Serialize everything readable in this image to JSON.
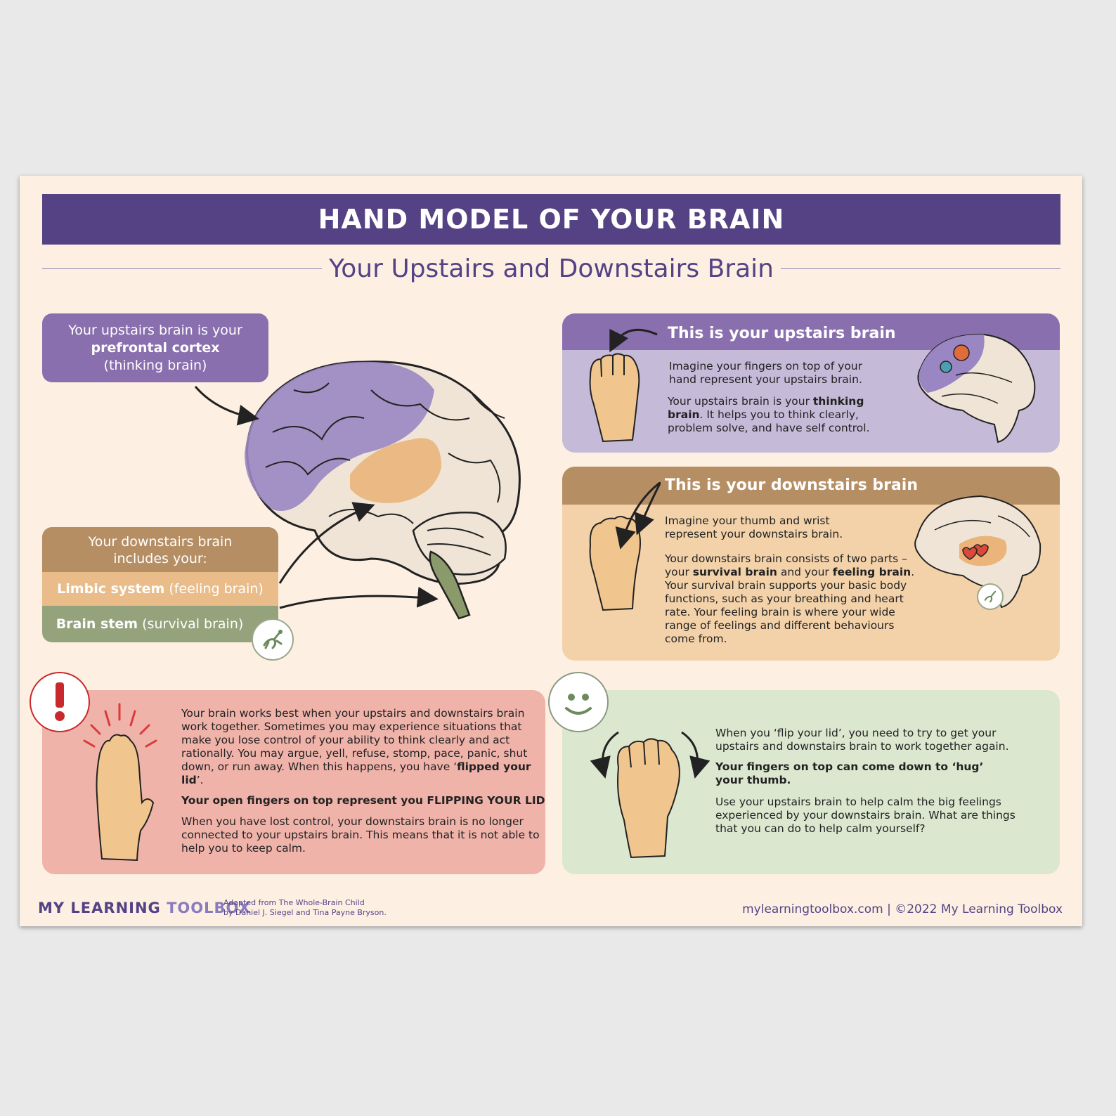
{
  "header": {
    "title": "HAND MODEL OF YOUR BRAIN",
    "subtitle": "Your Upstairs and Downstairs Brain"
  },
  "upstairs_label": {
    "line1": "Your upstairs brain is your",
    "bold": "prefrontal cortex",
    "line3": "(thinking brain)"
  },
  "downstairs_label": {
    "head_line1": "Your downstairs brain",
    "head_line2": "includes your:",
    "limbic_bold": "Limbic system",
    "limbic_rest": " (feeling brain)",
    "stem_bold": "Brain stem",
    "stem_rest": " (survival brain)"
  },
  "upstairs_card": {
    "heading": "This is your upstairs brain",
    "p1": "Imagine your fingers on top of your hand represent your upstairs brain.",
    "p2_a": "Your upstairs brain is your ",
    "p2_bold": "thinking brain",
    "p2_b": ". It helps you to think clearly, problem solve, and have self control."
  },
  "downstairs_card": {
    "heading": "This is your downstairs brain",
    "p1": "Imagine your thumb and wrist represent your downstairs brain.",
    "p2_a": "Your downstairs brain consists of two parts – your ",
    "p2_bold1": "survival brain",
    "p2_b": " and your ",
    "p2_bold2": "feeling brain",
    "p2_c": ". Your survival brain supports your basic body functions, such as your breathing and heart rate. Your feeling brain is where your wide range of feelings and different behaviours come from."
  },
  "flip_card": {
    "p1_a": "Your brain works best when your upstairs and downstairs brain work together. Sometimes you may experience situations that make you lose control of your ability to think clearly and act rationally. You may argue, yell, refuse, stomp, pace, panic, shut down, or run away. When this happens, you have ‘",
    "p1_bold": "flipped your lid",
    "p1_b": "’.",
    "p2": "Your open fingers on top represent you FLIPPING YOUR LID!",
    "p3": "When you have lost control, your downstairs brain is no longer connected to your upstairs brain. This means that it is not able to help you to keep calm."
  },
  "calm_card": {
    "p1": "When you ‘flip your lid’, you need to try to get your upstairs and downstairs brain to work together again.",
    "p2": "Your fingers on top can come down to ‘hug’ your thumb.",
    "p3": "Use your upstairs brain to help calm the big feelings experienced by your downstairs brain. What are things that you can do to help calm yourself?"
  },
  "footer": {
    "logo_a": "MY LEARNING ",
    "logo_b": "TOOLBOX",
    "adapted_line1": "Adapted from The Whole-Brain Child",
    "adapted_line2": "by Daniel J. Siegel and Tina Payne Bryson.",
    "right": "mylearningtoolbox.com | ©2022 My Learning Toolbox"
  },
  "colors": {
    "purple": "#544285",
    "lavender": "#8a6fae",
    "tan": "#b58e64",
    "peach": "#e9bc8a",
    "sage": "#94a37c",
    "red": "#c9292c"
  },
  "icons": [
    "exclamation-icon",
    "smiley-icon",
    "lizard-icon",
    "gear-icon",
    "heart-icon",
    "hand-fist-icon",
    "open-hand-icon",
    "brain-illustration"
  ]
}
